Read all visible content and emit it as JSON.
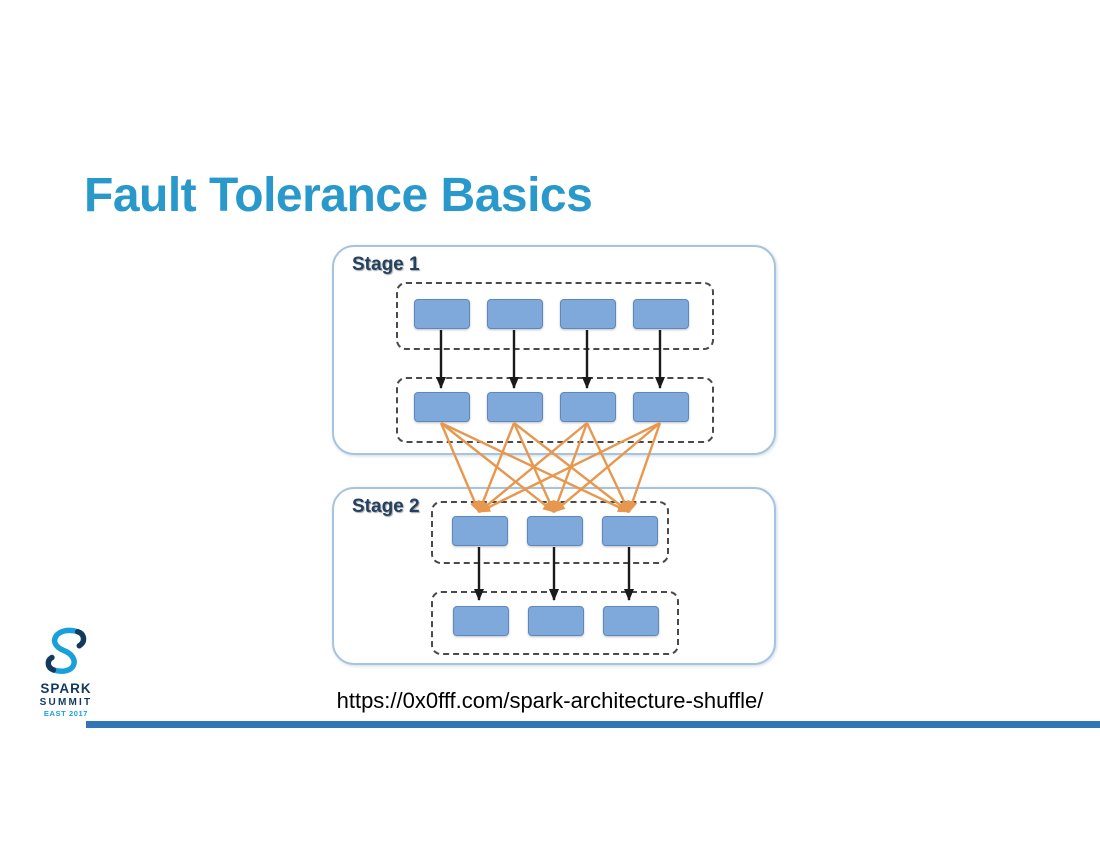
{
  "slide": {
    "title": "Fault Tolerance Basics"
  },
  "diagram": {
    "stage1": {
      "label": "Stage 1",
      "input_tasks": 4,
      "output_tasks": 4
    },
    "stage2": {
      "label": "Stage 2",
      "input_tasks": 3,
      "output_tasks": 3
    },
    "shuffle_arrows": 12
  },
  "footer": {
    "logo": {
      "line1": "SPARK",
      "line2": "SUMMIT",
      "line3": "EAST 2017"
    },
    "url": "https://0x0fff.com/spark-architecture-shuffle/"
  },
  "colors": {
    "title": "#2998CA",
    "stage-border": "#A6C3DF",
    "stage-label": "#24415F",
    "task-fill": "#7FA8DB",
    "task-border": "#5E88BC",
    "dashed-border": "#4A4A4A",
    "arrow-black": "#1A1A1A",
    "arrow-orange": "#E8974E",
    "bottom-bar": "#2F76B5",
    "logo-blue": "#18A0DB",
    "logo-navy": "#123A5E"
  }
}
